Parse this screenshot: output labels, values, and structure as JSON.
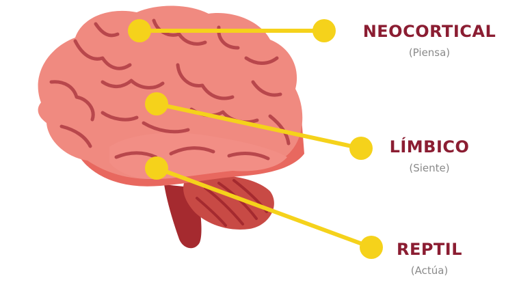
{
  "colors": {
    "accent": "#f5d21b",
    "label": "#8b1d32",
    "subtitle": "#8a8a8a",
    "cortex": "#f08a80",
    "cortex_shadow": "#e8685f",
    "folds": "#b8474c",
    "cerebellum": "#c84a45",
    "stem": "#a52a2f"
  },
  "icons": {
    "brain": "brain-icon"
  },
  "labels": [
    {
      "id": "neocortical",
      "title": "NEOCORTICAL",
      "subtitle": "(Piensa)"
    },
    {
      "id": "limbico",
      "title": "LÍMBICO",
      "subtitle": "(Siente)"
    },
    {
      "id": "reptil",
      "title": "REPTIL",
      "subtitle": "(Actúa)"
    }
  ]
}
